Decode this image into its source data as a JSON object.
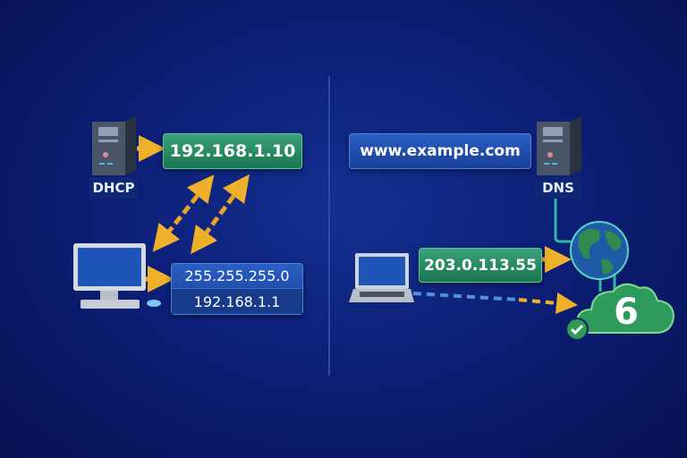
{
  "dhcp": {
    "label": "DHCP",
    "assigned_ip": "192.168.1.10",
    "subnet_mask": "255.255.255.0",
    "gateway": "192.168.1.1"
  },
  "dns": {
    "label": "DNS",
    "domain": "www.example.com",
    "resolved_ip": "203.0.113.55",
    "cloud_label": "6"
  },
  "colors": {
    "arrow": "#f0b12a",
    "green": "#1f8a5e",
    "blue": "#1d4fae",
    "teal": "#2fb7a0"
  }
}
